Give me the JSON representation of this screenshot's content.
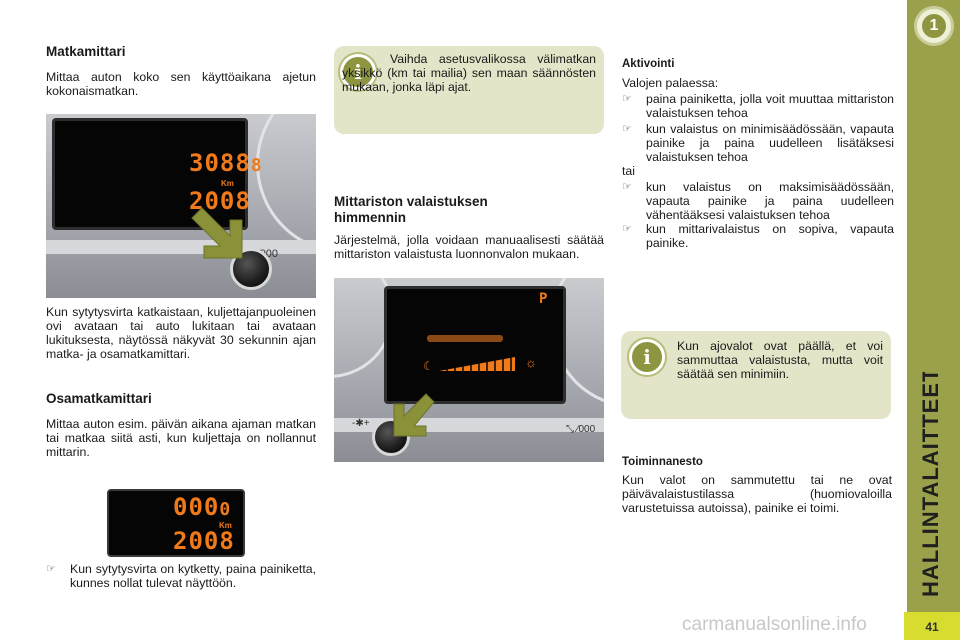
{
  "side": {
    "chapter": "1",
    "title": "HALLINTALAITTEET",
    "page_number": "41"
  },
  "left": {
    "trip_title": "Matkamittari",
    "trip_text": "Mittaa auton koko sen käyttöaikana ajetun kokonaismatkan.",
    "display1": {
      "top_value": "3088",
      "top_decimal": "8",
      "unit": "Km",
      "bottom_value": "2008"
    },
    "after_text": "Kun sytytysvirta katkaistaan, kuljettajanpuoleinen ovi avataan tai auto lukitaan tai avataan lukituksesta, näytössä näkyvät 30 sekunnin ajan matka- ja osamatkamittari.",
    "partial_title": "Osamatkamittari",
    "partial_text": "Mittaa auton esim. päivän aikana ajaman matkan tai matkaa siitä asti, kun kuljettaja on nollannut mittarin.",
    "display2": {
      "top_value": "000",
      "top_decimal": "0",
      "unit": "Km",
      "bottom_value": "2008"
    },
    "reset_bullet": "Kun sytytysvirta on kytketty, paina painiketta, kunnes nollat tulevat näyttöön."
  },
  "middle": {
    "info_text": "Vaihda asetusvalikossa välimatkan yksikkö (km tai mailia) sen maan säännösten mukaan, jonka läpi ajat.",
    "dimmer_title": "Mittariston valaistuksen himmennin",
    "dimmer_text": "Järjestelmä, jolla voidaan manuaalisesti säätää mittariston valaistusta luonnonvalon mukaan.",
    "screen_letter": "P"
  },
  "right": {
    "activation_title": "Aktivointi",
    "activation_intro": "Valojen palaessa:",
    "bullets_a": [
      "paina painiketta, jolla voit muuttaa mittariston valaistuksen tehoa",
      "kun valaistus on minimisäädössään, vapauta painike ja paina uudelleen lisätäksesi valaistuksen tehoa"
    ],
    "or_word": "tai",
    "bullets_b": [
      "kun valaistus on maksimisäädössään, vapauta painike ja paina uudelleen vähentääksesi valaistuksen tehoa",
      "kun mittarivalaistus on sopiva, vapauta painike."
    ],
    "info_text": "Kun ajovalot ovat päällä, et voi sammuttaa valaistusta, mutta voit säätää sen minimiin.",
    "deact_title": "Toiminnanesto",
    "deact_text": "Kun valot on sammutettu tai ne ovat päivävalaistustilassa (huomiovaloilla varustetuissa autoissa), painike ei toimi."
  },
  "footer": {
    "watermark": "carmanualsonline.info"
  },
  "colors": {
    "accent_green": "#9aa14a",
    "info_box": "#e3e4c8",
    "display_orange": "#f07a1a",
    "page_tab": "#d7dc2f"
  }
}
